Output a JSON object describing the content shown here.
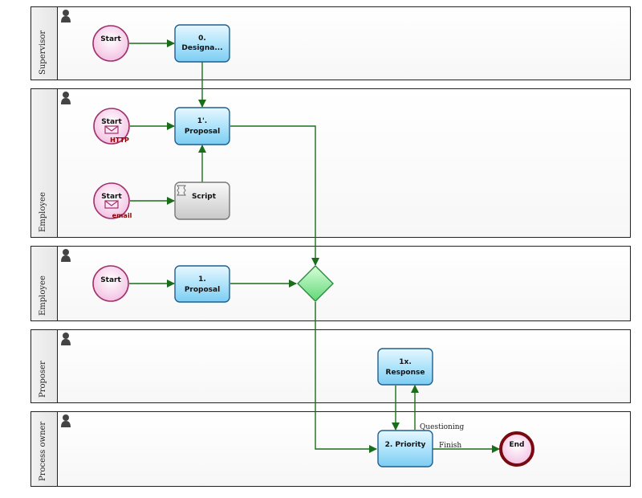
{
  "lanes": [
    {
      "label": "Supervisor"
    },
    {
      "label": "Employee"
    },
    {
      "label": "Employee"
    },
    {
      "label": "Proposer"
    },
    {
      "label": "Process owner"
    }
  ],
  "events": {
    "start_supervisor": "Start",
    "start_http": "Start",
    "start_http_sub": "HTTP",
    "start_email": "Start",
    "start_email_sub": "email",
    "start_employee": "Start",
    "end": "End"
  },
  "tasks": {
    "designate_line1": "0.",
    "designate_line2": "Designa...",
    "proposal_prime_line1": "1'.",
    "proposal_prime_line2": "Proposal",
    "script": "Script",
    "proposal_line1": "1.",
    "proposal_line2": "Proposal",
    "response_line1": "1x.",
    "response_line2": "Response",
    "priority": "2. Priority"
  },
  "flows": {
    "questioning": "Questioning",
    "finish": "Finish"
  },
  "colors": {
    "flow": "#1a6e1a",
    "task_fill": "#9fdcf8",
    "start_fill": "#f9d5ee",
    "start_stroke": "#a0306a",
    "end_stroke": "#7a0a12",
    "gateway_fill": "#7ee68f"
  }
}
